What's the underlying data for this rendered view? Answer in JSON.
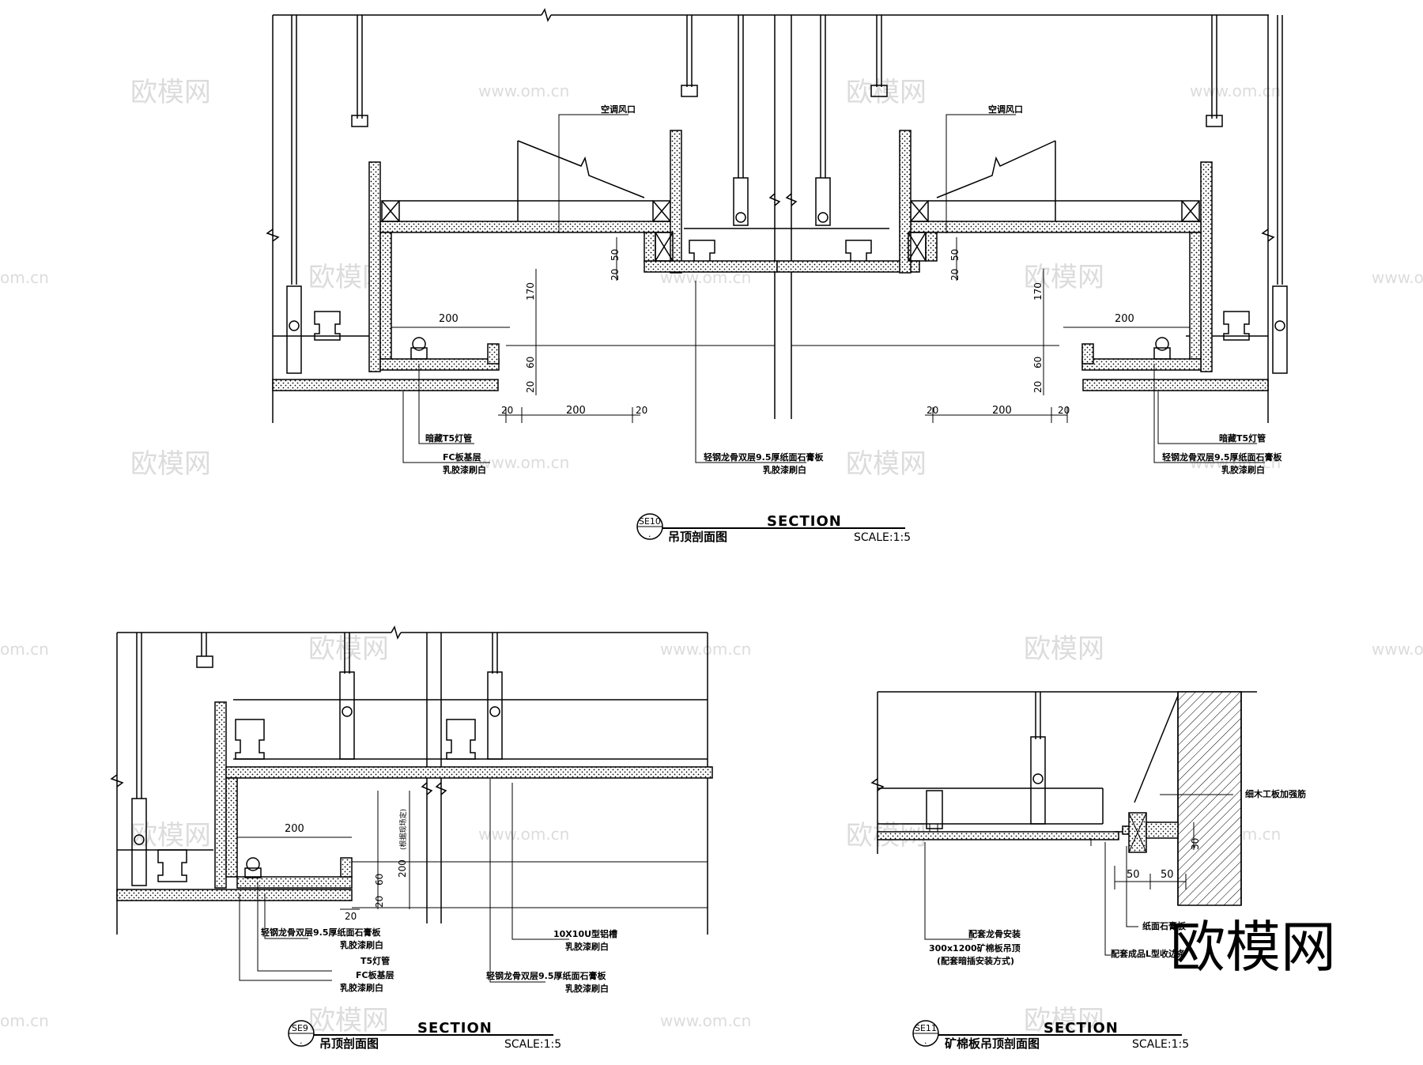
{
  "watermark": {
    "logo": "欧模网",
    "url": "www.om.cn",
    "url_short": "om.cn"
  },
  "se10": {
    "callout_air": "空调风口",
    "dim_200_top_l": "200",
    "dim_200_top_r": "200",
    "dim_50_l": "50",
    "dim_20_l": "20",
    "dim_50_r": "50",
    "dim_20_r": "20",
    "dim_170_l": "170",
    "dim_170_r": "170",
    "dim_60_l": "60",
    "dim_20b_l": "20",
    "dim_60_r": "60",
    "dim_20b_r": "20",
    "dim_bottom_l": [
      "20",
      "200",
      "20"
    ],
    "dim_bottom_r": [
      "20",
      "200",
      "20"
    ],
    "label_t5_l": "暗藏T5灯管",
    "label_fc_1": "FC板基层",
    "label_fc_2": "乳胶漆刷白",
    "label_mid_1": "轻钢龙骨双层9.5厚纸面石膏板",
    "label_mid_2": "乳胶漆刷白",
    "label_t5_r": "暗藏T5灯管",
    "label_r_1": "轻钢龙骨双层9.5厚纸面石膏板",
    "label_r_2": "乳胶漆刷白",
    "tag": "SE10",
    "tag_sub": ".",
    "name": "吊顶剖面图",
    "section": "SECTION",
    "scale": "SCALE:1:5"
  },
  "se9": {
    "dim_200": "200",
    "dim_60": "60",
    "dim_20": "20",
    "dim_200v": "200",
    "dim_note": "(根据现场定)",
    "dim_20b": "20",
    "label_a_1": "轻钢龙骨双层9.5厚纸面石膏板",
    "label_a_2": "乳胶漆刷白",
    "label_b": "T5灯管",
    "label_c_1": "FC板基层",
    "label_c_2": "乳胶漆刷白",
    "label_d_1": "10X10U型铝槽",
    "label_d_2": "乳胶漆刷白",
    "label_e_1": "轻钢龙骨双层9.5厚纸面石膏板",
    "label_e_2": "乳胶漆刷白",
    "tag": "SE9",
    "tag_sub": ".",
    "name": "吊顶剖面图",
    "section": "SECTION",
    "scale": "SCALE:1:5"
  },
  "se11": {
    "label_wood": "细木工板加强筋",
    "dim_30": "30",
    "dim_50a": "50",
    "dim_50b": "50",
    "label_a_1": "配套龙骨安装",
    "label_a_2": "300x1200矿棉板吊顶",
    "label_a_3": "(配套暗插安装方式)",
    "label_b_1": "纸面石膏板",
    "label_b_2": "配套成品L型收边条",
    "tag": "SE11",
    "tag_sub": ".",
    "name": "矿棉板吊顶剖面图",
    "section": "SECTION",
    "scale": "SCALE:1:5"
  }
}
